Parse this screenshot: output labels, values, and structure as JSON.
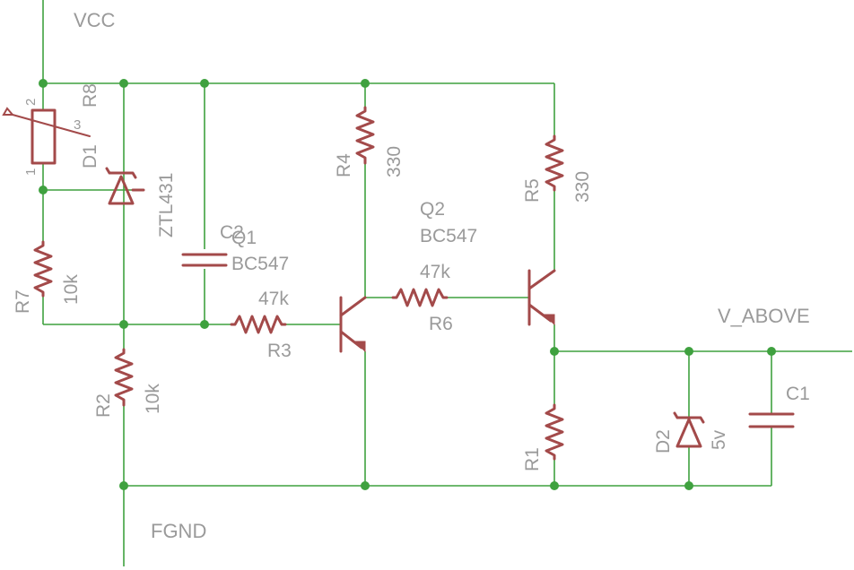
{
  "nets": {
    "vcc": "VCC",
    "fgnd": "FGND",
    "v_above": "V_ABOVE"
  },
  "components": {
    "r8": {
      "name": "R8",
      "pin1": "1",
      "pin2": "2",
      "pin3": "3"
    },
    "d1": {
      "name": "D1",
      "value": "ZTL431"
    },
    "c2": {
      "name": "C2"
    },
    "q1": {
      "name": "Q1",
      "value": "BC547"
    },
    "r7": {
      "name": "R7",
      "value": "10k"
    },
    "r2": {
      "name": "R2",
      "value": "10k"
    },
    "r3": {
      "name": "R3",
      "value": "47k"
    },
    "r4": {
      "name": "R4",
      "value": "330"
    },
    "q2": {
      "name": "Q2",
      "value": "BC547"
    },
    "r6": {
      "name": "R6",
      "value": "47k"
    },
    "r5": {
      "name": "R5",
      "value": "330"
    },
    "r1": {
      "name": "R1"
    },
    "d2": {
      "name": "D2",
      "value": "5v"
    },
    "c1": {
      "name": "C1"
    }
  },
  "colors": {
    "wire": "#3fa13f",
    "symbol": "#a34a4a",
    "label": "#9a9a9a",
    "junction": "#3fa13f"
  }
}
